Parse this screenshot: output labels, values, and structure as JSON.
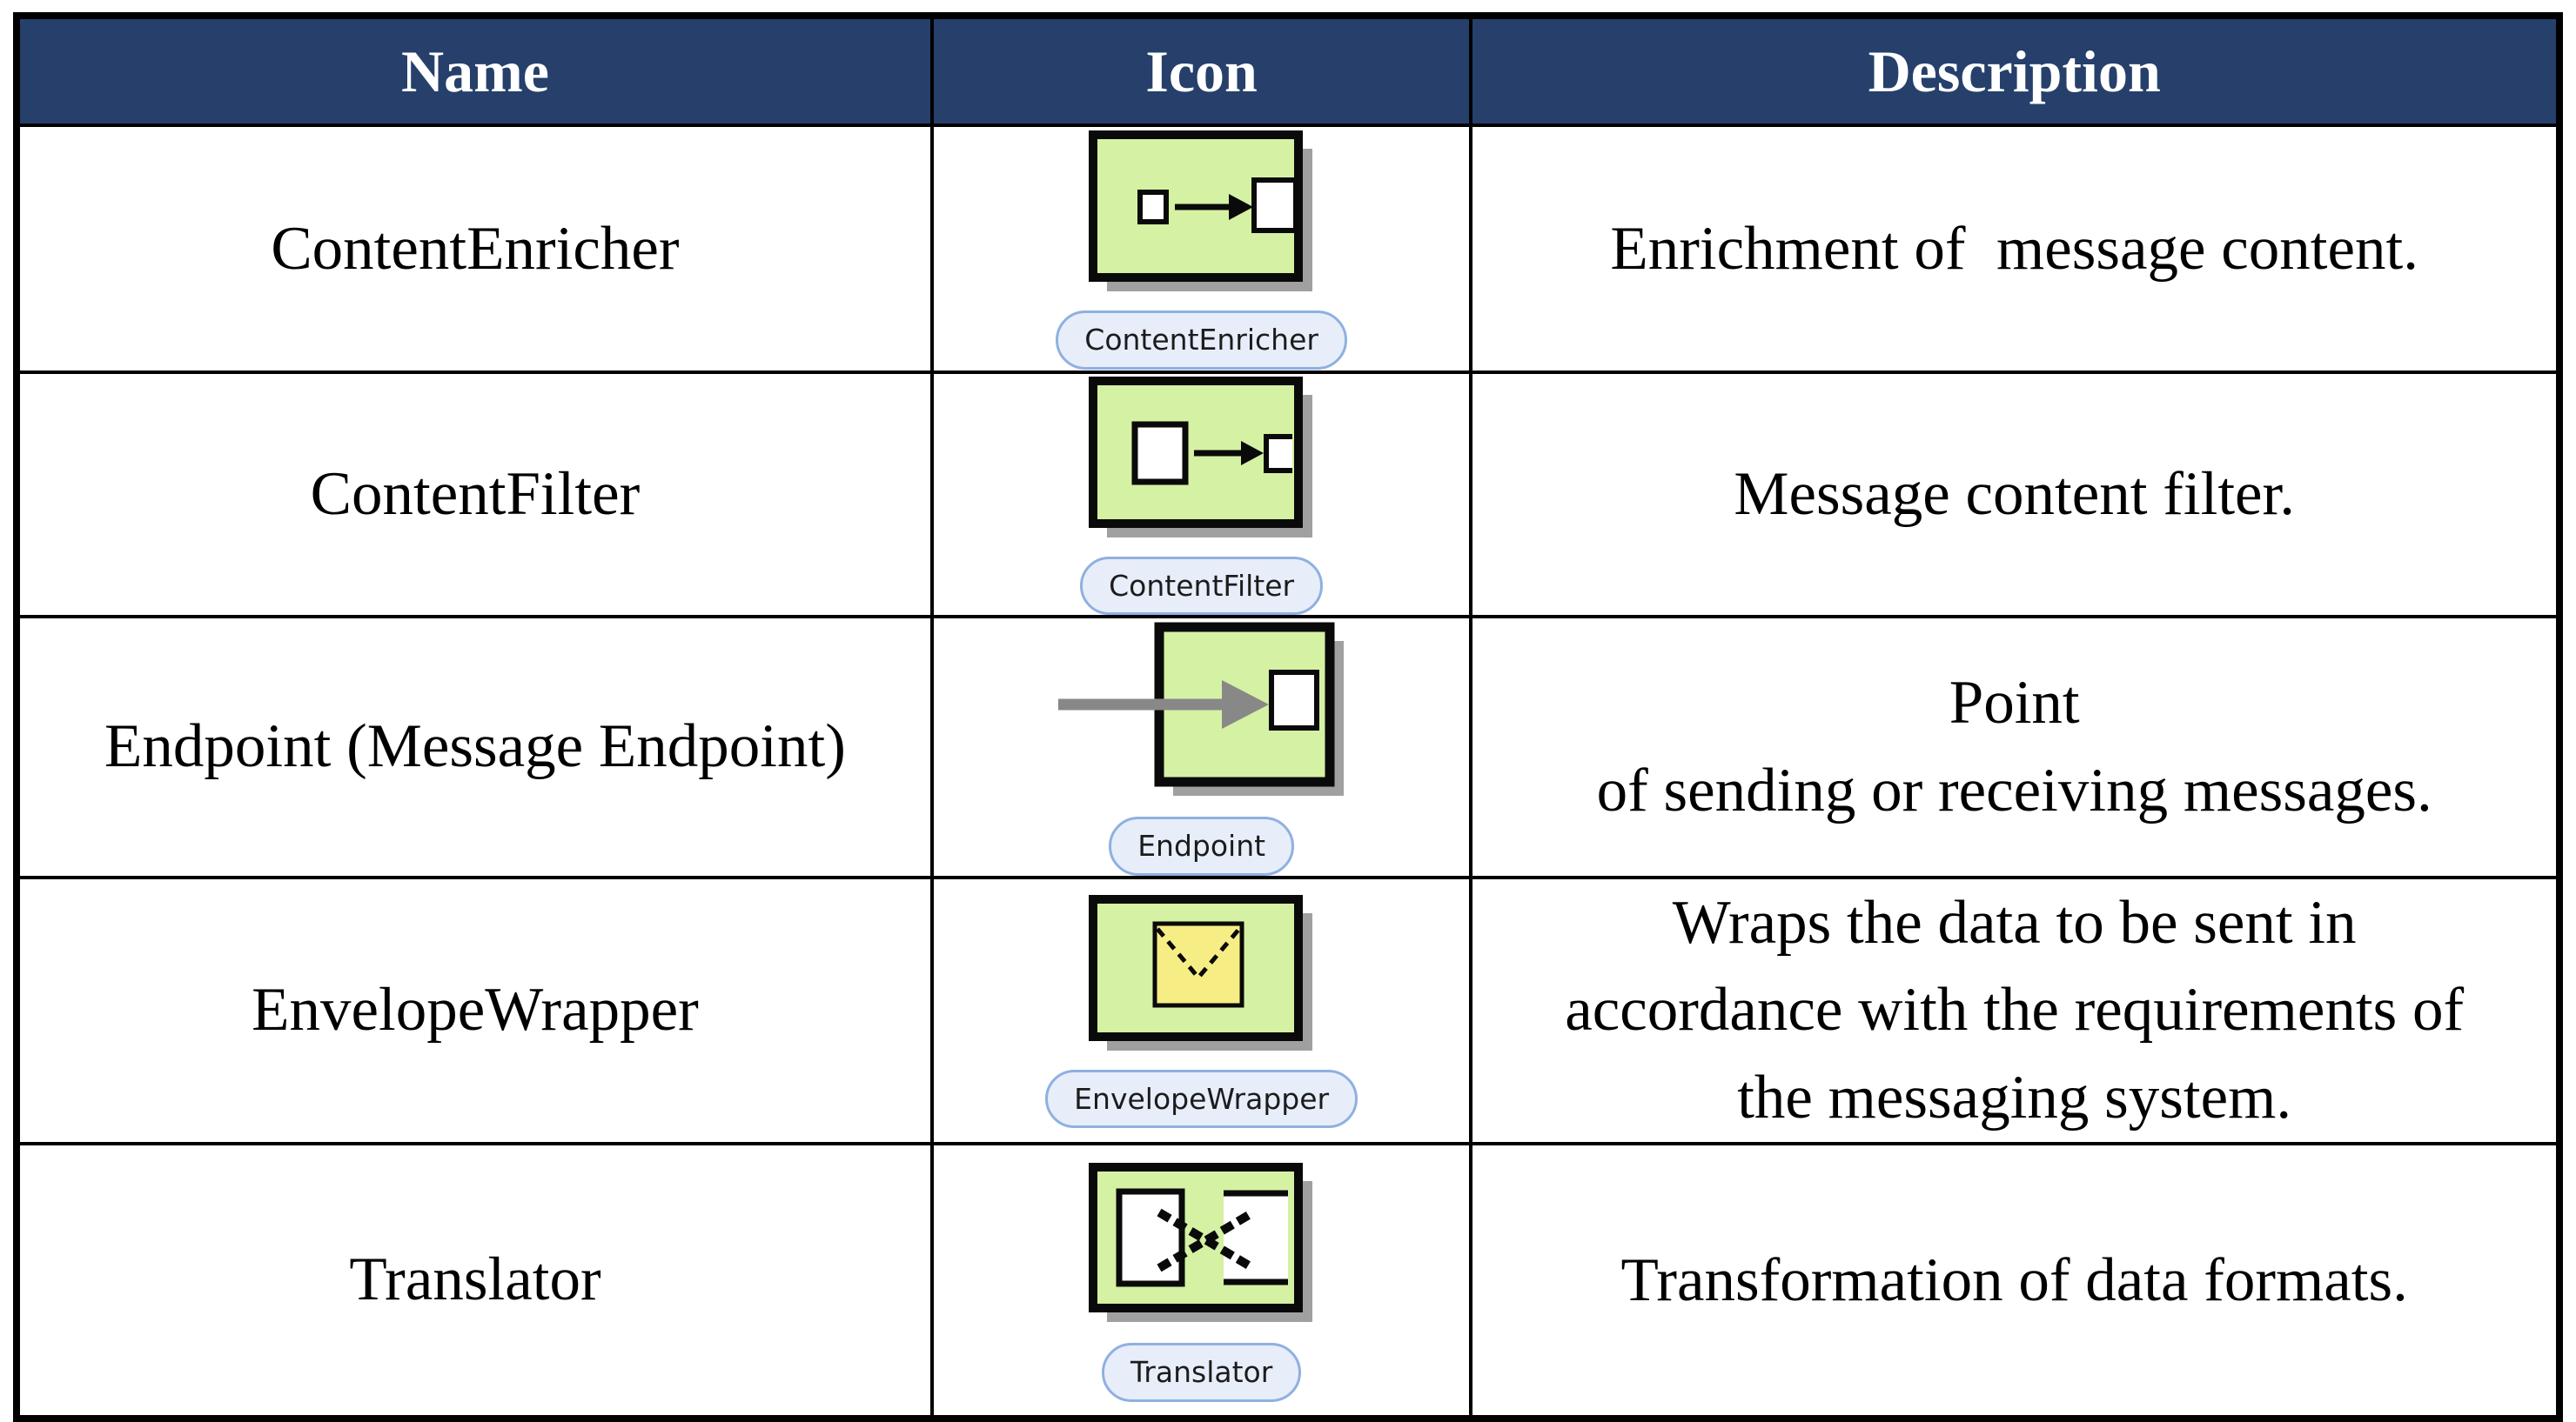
{
  "table": {
    "columns": [
      {
        "label": "Name"
      },
      {
        "label": "Icon"
      },
      {
        "label": "Description"
      }
    ],
    "colors": {
      "header_bg": "#26406b",
      "header_text": "#ffffff",
      "border": "#000000",
      "icon_green": "#d5f1a3",
      "icon_shadow": "#a0a0a0",
      "envelope_yellow": "#f6ee85",
      "endpoint_arrow_gray": "#888888",
      "pill_bg": "#e7eefa",
      "pill_border": "#8fb0e0"
    }
  },
  "rows": [
    {
      "name": "ContentEnricher",
      "icon": "content-enricher-icon",
      "icon_label": "ContentEnricher",
      "description": "Enrichment of  message content."
    },
    {
      "name": "ContentFilter",
      "icon": "content-filter-icon",
      "icon_label": "ContentFilter",
      "description": "Message content filter."
    },
    {
      "name": "Endpoint (Message Endpoint)",
      "icon": "endpoint-icon",
      "icon_label": "Endpoint",
      "description": "Point\nof sending or receiving messages."
    },
    {
      "name": "EnvelopeWrapper",
      "icon": "envelope-wrapper-icon",
      "icon_label": "EnvelopeWrapper",
      "description": "Wraps the data to be sent in\naccordance with the requirements of\nthe messaging system."
    },
    {
      "name": "Translator",
      "icon": "translator-icon",
      "icon_label": "Translator",
      "description": "Transformation of data formats."
    }
  ]
}
